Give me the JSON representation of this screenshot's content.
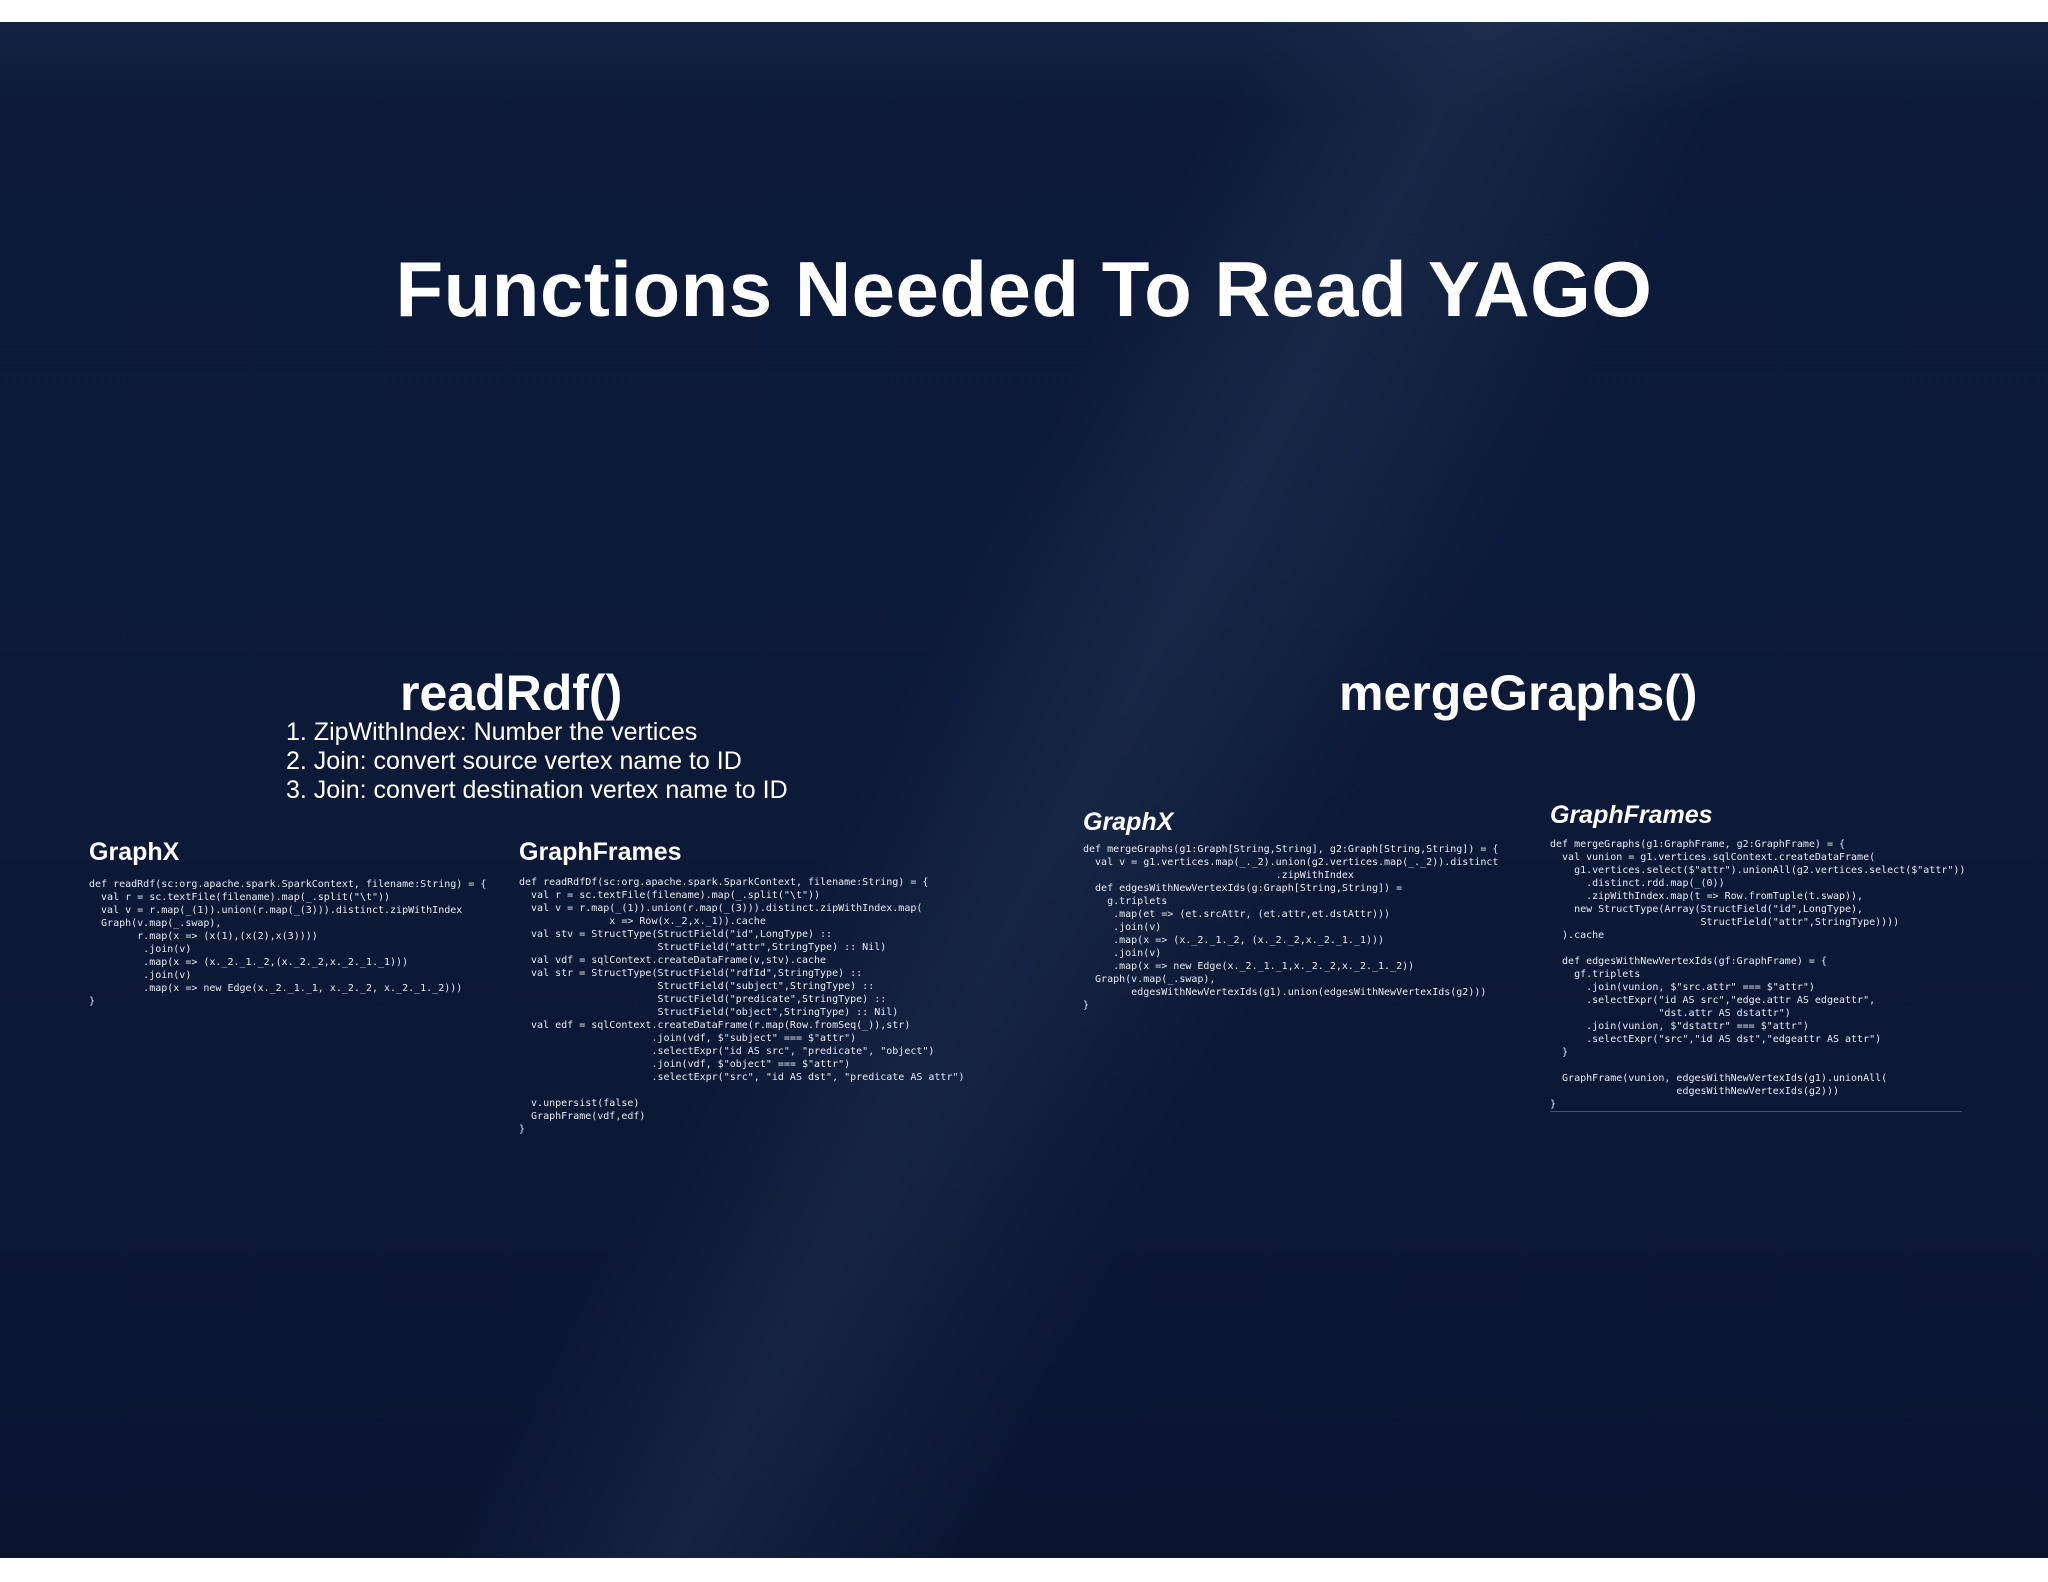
{
  "title": "Functions Needed To Read YAGO",
  "left": {
    "heading": "readRdf()",
    "steps": [
      "1. ZipWithIndex: Number the vertices",
      "2. Join: convert source vertex name to ID",
      "3. Join: convert destination vertex name to ID"
    ],
    "graphx": {
      "label": "GraphX",
      "code": "def readRdf(sc:org.apache.spark.SparkContext, filename:String) = {\n  val r = sc.textFile(filename).map(_.split(\"\\t\"))\n  val v = r.map(_(1)).union(r.map(_(3))).distinct.zipWithIndex\n  Graph(v.map(_.swap),\n        r.map(x => (x(1),(x(2),x(3))))\n         .join(v)\n         .map(x => (x._2._1._2,(x._2._2,x._2._1._1)))\n         .join(v)\n         .map(x => new Edge(x._2._1._1, x._2._2, x._2._1._2)))\n}"
    },
    "graphframes": {
      "label": "GraphFrames",
      "code": "def readRdfDf(sc:org.apache.spark.SparkContext, filename:String) = {\n  val r = sc.textFile(filename).map(_.split(\"\\t\"))\n  val v = r.map(_(1)).union(r.map(_(3))).distinct.zipWithIndex.map(\n               x => Row(x._2,x._1)).cache\n  val stv = StructType(StructField(\"id\",LongType) ::\n                       StructField(\"attr\",StringType) :: Nil)\n  val vdf = sqlContext.createDataFrame(v,stv).cache\n  val str = StructType(StructField(\"rdfId\",StringType) ::\n                       StructField(\"subject\",StringType) ::\n                       StructField(\"predicate\",StringType) ::\n                       StructField(\"object\",StringType) :: Nil)\n  val edf = sqlContext.createDataFrame(r.map(Row.fromSeq(_)),str)\n                      .join(vdf, $\"subject\" === $\"attr\")\n                      .selectExpr(\"id AS src\", \"predicate\", \"object\")\n                      .join(vdf, $\"object\" === $\"attr\")\n                      .selectExpr(\"src\", \"id AS dst\", \"predicate AS attr\")\n\n  v.unpersist(false)\n  GraphFrame(vdf,edf)\n}"
    }
  },
  "right": {
    "heading": "mergeGraphs()",
    "graphx": {
      "label": "GraphX",
      "code": "def mergeGraphs(g1:Graph[String,String], g2:Graph[String,String]) = {\n  val v = g1.vertices.map(_._2).union(g2.vertices.map(_._2)).distinct\n                                .zipWithIndex\n  def edgesWithNewVertexIds(g:Graph[String,String]) =\n    g.triplets\n     .map(et => (et.srcAttr, (et.attr,et.dstAttr)))\n     .join(v)\n     .map(x => (x._2._1._2, (x._2._2,x._2._1._1)))\n     .join(v)\n     .map(x => new Edge(x._2._1._1,x._2._2,x._2._1._2))\n  Graph(v.map(_.swap),\n        edgesWithNewVertexIds(g1).union(edgesWithNewVertexIds(g2)))\n}"
    },
    "graphframes": {
      "label": "GraphFrames",
      "code": "def mergeGraphs(g1:GraphFrame, g2:GraphFrame) = {\n  val vunion = g1.vertices.sqlContext.createDataFrame(\n    g1.vertices.select($\"attr\").unionAll(g2.vertices.select($\"attr\"))\n      .distinct.rdd.map(_(0))\n      .zipWithIndex.map(t => Row.fromTuple(t.swap)),\n    new StructType(Array(StructField(\"id\",LongType),\n                         StructField(\"attr\",StringType))))\n  ).cache\n\n  def edgesWithNewVertexIds(gf:GraphFrame) = {\n    gf.triplets\n      .join(vunion, $\"src.attr\" === $\"attr\")\n      .selectExpr(\"id AS src\",\"edge.attr AS edgeattr\",\n                  \"dst.attr AS dstattr\")\n      .join(vunion, $\"dstattr\" === $\"attr\")\n      .selectExpr(\"src\",\"id AS dst\",\"edgeattr AS attr\")\n  }\n\n  GraphFrame(vunion, edgesWithNewVertexIds(g1).unionAll(\n                     edgesWithNewVertexIds(g2)))\n}"
    }
  }
}
